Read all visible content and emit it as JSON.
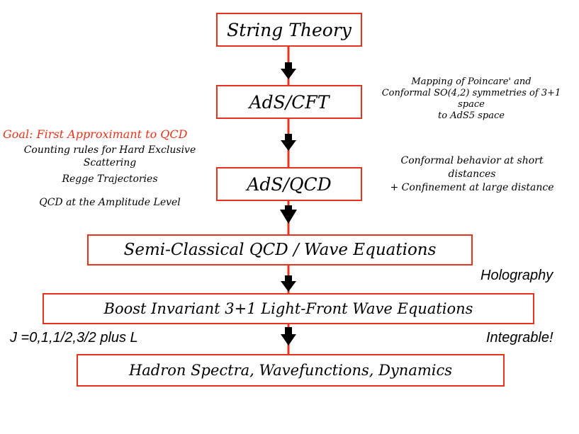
{
  "colors": {
    "box_border": "#e8341c",
    "flow_line": "#e8341c",
    "arrow": "#000000",
    "goal_text": "#e8341c"
  },
  "boxes": {
    "string_theory": "String Theory",
    "ads_cft": "AdS/CFT",
    "ads_qcd": "AdS/QCD",
    "semi_classical": "Semi-Classical QCD / Wave Equations",
    "boost_invariant": "Boost Invariant 3+1 Light-Front Wave Equations",
    "hadron_spectra": "Hadron Spectra, Wavefunctions, Dynamics"
  },
  "notes": {
    "mapping": [
      "Mapping of  Poincare' and",
      "Conformal SO(4,2) symmetries of 3+1",
      "space",
      "to  AdS5 space"
    ],
    "goal": "Goal: First Approximant to QCD",
    "counting": [
      "Counting rules for Hard Exclusive",
      "Scattering"
    ],
    "regge": "Regge Trajectories",
    "amplitude": "QCD at the Amplitude Level",
    "conformal": [
      "Conformal behavior at short",
      "distances",
      "+ Confinement at large distance"
    ],
    "holography": "Holography",
    "spin_values": "J =0,1,1/2,3/2 plus L",
    "integrable": "Integrable!"
  }
}
